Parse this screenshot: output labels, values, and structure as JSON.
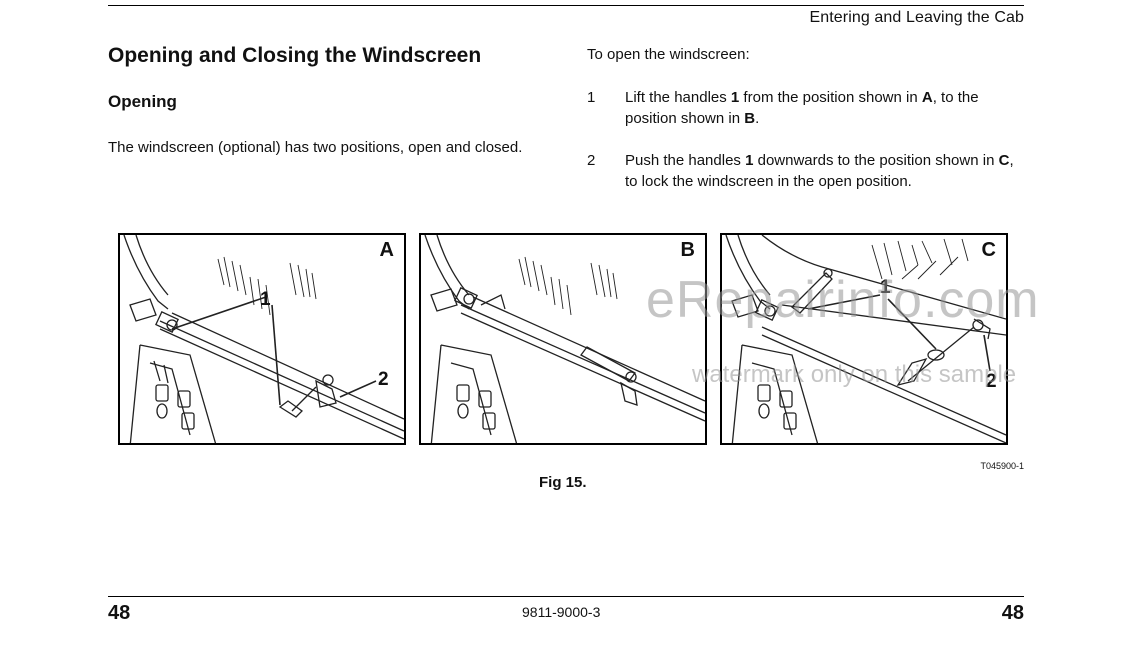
{
  "header": {
    "running_title": "Entering and Leaving the Cab"
  },
  "section": {
    "title": "Opening and Closing the Windscreen",
    "subtitle": "Opening",
    "intro": "The windscreen (optional) has two positions, open and closed."
  },
  "procedure": {
    "lead": "To open the windscreen:",
    "steps": [
      {
        "number": "1",
        "parts": [
          "Lift the handles ",
          "1",
          " from the position shown in ",
          "A",
          ", to the position shown in ",
          "B",
          "."
        ]
      },
      {
        "number": "2",
        "parts": [
          "Push the handles ",
          "1",
          " downwards to the position shown in ",
          "C",
          ", to lock the windscreen in the open position."
        ]
      }
    ]
  },
  "figure": {
    "panels": [
      {
        "letter": "A",
        "callouts": [
          "1",
          "2"
        ]
      },
      {
        "letter": "B",
        "callouts": []
      },
      {
        "letter": "C",
        "callouts": [
          "1",
          "2"
        ]
      }
    ],
    "caption": "Fig 15.",
    "code": "T045900-1"
  },
  "watermark": {
    "main": "eRepairinfo.com",
    "sub": "watermark only on this sample"
  },
  "footer": {
    "page_left": "48",
    "doc_number": "9811-9000-3",
    "page_right": "48"
  }
}
